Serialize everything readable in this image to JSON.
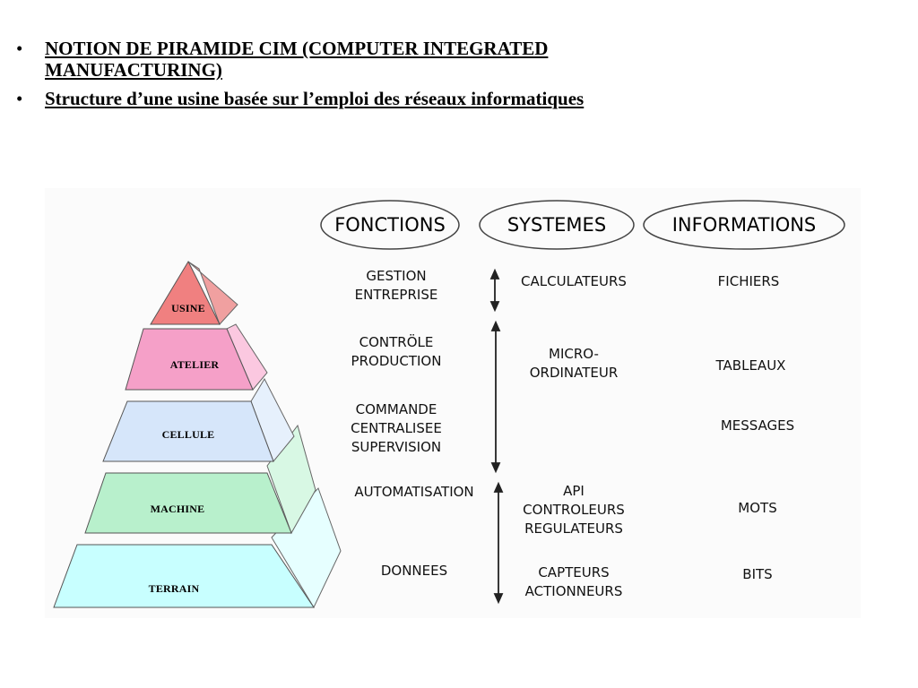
{
  "bullets": [
    {
      "marker": "•",
      "text": "NOTION DE PIRAMIDE CIM (COMPUTER INTEGRATED MANUFACTURING)"
    },
    {
      "marker": "•",
      "text": "Structure d’une usine basée sur l’emploi des réseaux informatiques"
    }
  ],
  "pyramid": {
    "levels": [
      "USINE",
      "ATELIER",
      "CELLULE",
      "MACHINE",
      "TERRAIN"
    ],
    "colors": [
      "#f08080",
      "#f5a0c8",
      "#d6e6fa",
      "#b8f0cc",
      "#c8ffff"
    ]
  },
  "headers": [
    "FONCTIONS",
    "SYSTEMES",
    "INFORMATIONS"
  ],
  "fonctions": [
    "GESTION\nENTREPRISE",
    "CONTRÖLE\nPRODUCTION",
    "COMMANDE\nCENTRALISEE\nSUPERVISION",
    "AUTOMATISATION",
    "DONNEES"
  ],
  "systemes": [
    "CALCULATEURS",
    "MICRO-\nORDINATEUR",
    "API\nCONTROLEURS\nREGULATEURS",
    "CAPTEURS\nACTIONNEURS"
  ],
  "informations": [
    "FICHIERS",
    "TABLEAUX",
    "MESSAGES",
    "MOTS",
    "BITS"
  ]
}
